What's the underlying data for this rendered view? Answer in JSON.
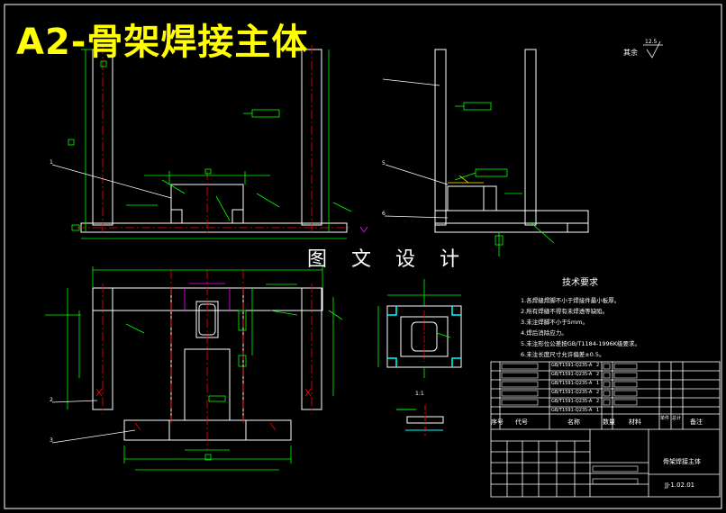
{
  "drawing": {
    "title": "A2-骨架焊接主体",
    "watermark": "图 文 设 计",
    "surface_finish": {
      "label": "其余",
      "value": "12.5"
    },
    "tech_requirements": {
      "heading": "技术要求",
      "items": [
        "1.各焊缝焊脚不小于焊接件最小板厚。",
        "2.所有焊缝不得有未焊透等缺陷。",
        "3.未注焊脚不小于5mm。",
        "4.焊后消除应力。",
        "5.未注形位公差按GB/T1184-1996K级要求。",
        "6.未注长度尺寸允许偏差±0.5。"
      ]
    },
    "leaders": [
      "1",
      "5",
      "6",
      "2",
      "3"
    ],
    "detail_label": "1:1",
    "title_block": {
      "header_cols": [
        "序号",
        "代号",
        "名称",
        "数量",
        "材料",
        "单件",
        "总计",
        "备注"
      ],
      "part_name": "骨架焊接主体",
      "drawing_no": "JJ-1.02.01",
      "bom_rows": [
        {
          "code": "GB/T1591-Q235-A",
          "qty": "2"
        },
        {
          "code": "GB/T1591-Q235-A",
          "qty": "2"
        },
        {
          "code": "GB/T1591-Q235-A",
          "qty": "1"
        },
        {
          "code": "GB/T1591-Q235-A",
          "qty": "2"
        },
        {
          "code": "GB/T1591-Q235-A",
          "qty": "2"
        },
        {
          "code": "GB/T1591-Q235-A",
          "qty": "1"
        }
      ]
    },
    "colors": {
      "background": "#000000",
      "outline": "#ffffff",
      "dimension": "#00ff00",
      "centerline": "#ff0000",
      "title": "#ffff00",
      "hidden": "#ff00ff",
      "highlight": "#00ffff"
    }
  }
}
